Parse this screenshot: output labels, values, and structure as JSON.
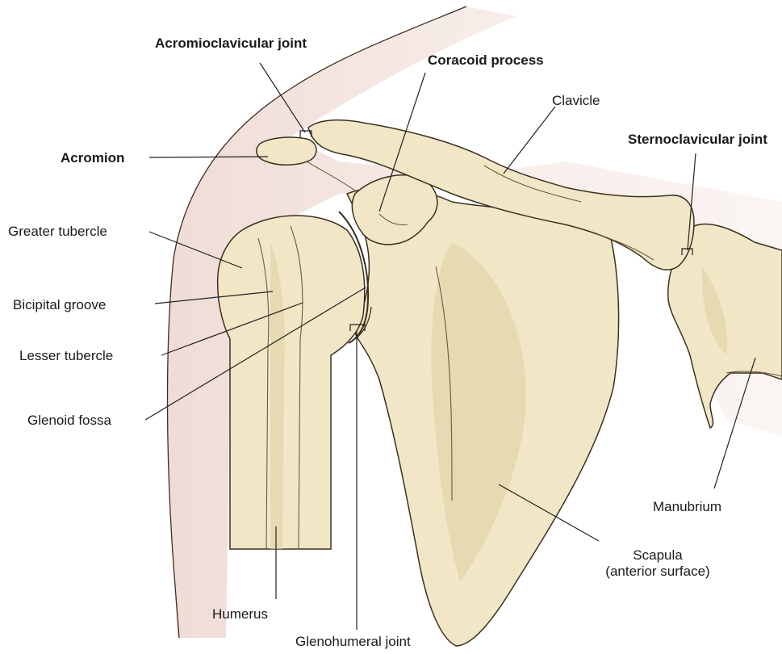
{
  "labels": {
    "acromioclavicular_joint": "Acromioclavicular joint",
    "coracoid_process": "Coracoid process",
    "clavicle": "Clavicle",
    "sternoclavicular_joint": "Sternoclavicular joint",
    "acromion": "Acromion",
    "greater_tubercle": "Greater tubercle",
    "bicipital_groove": "Bicipital groove",
    "lesser_tubercle": "Lesser tubercle",
    "glenoid_fossa": "Glenoid fossa",
    "manubrium": "Manubrium",
    "scapula_line1": "Scapula",
    "scapula_line2": "(anterior surface)",
    "humerus": "Humerus",
    "glenohumeral_joint": "Glenohumeral joint"
  },
  "colors": {
    "bone": "#f1e6c6",
    "skin": "#f3e4df",
    "outline": "#3a3020"
  }
}
